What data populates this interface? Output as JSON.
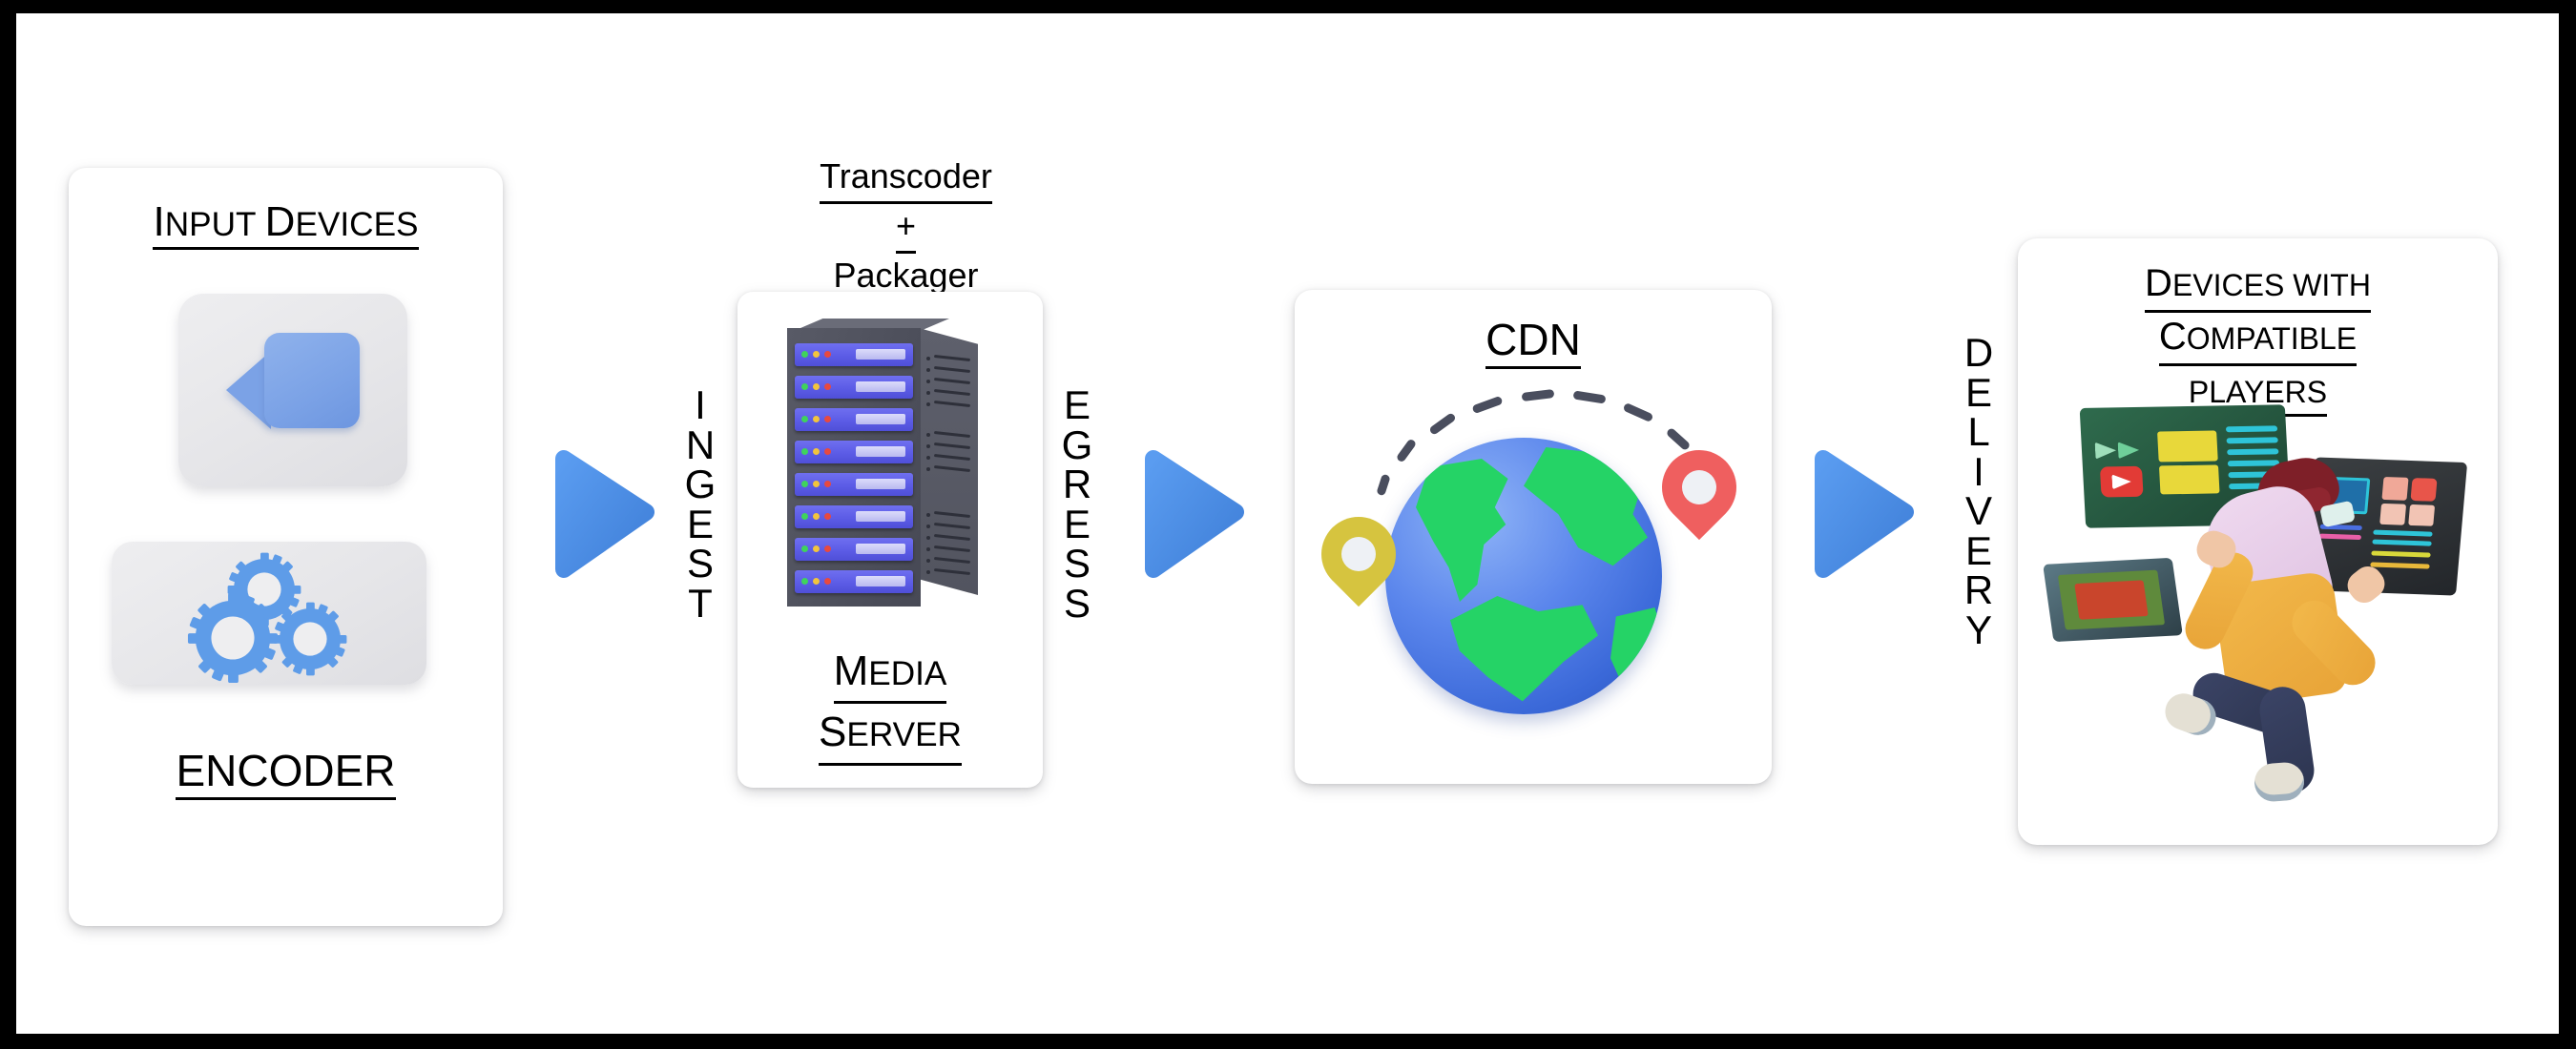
{
  "diagram": {
    "title": "Video Streaming Delivery Pipeline",
    "background_color": "#ffffff",
    "frame_color": "#000000",
    "arrow_color": "#4a90e8"
  },
  "stages": {
    "input_devices": {
      "heading_cap": "I",
      "heading_rest": "NPUT ",
      "heading_cap2": "D",
      "heading_rest2": "EVICES",
      "camera_icon": "video-camera-icon",
      "gears_icon": "gears-icon",
      "encoder_label": "ENCODER"
    },
    "media_server": {
      "transcoder_line1": "Transcoder",
      "transcoder_line2": "+",
      "transcoder_line3": "Packager",
      "server_icon": "server-rack-icon",
      "label_cap": "M",
      "label_rest": "EDIA",
      "label2_cap": "S",
      "label2_rest": "ERVER"
    },
    "cdn": {
      "label": "CDN",
      "globe_icon": "globe-icon",
      "pin_left_color": "#d6c43f",
      "pin_right_color": "#ef5f5f",
      "globe_water_color": "#5b86ec",
      "globe_land_color": "#25d366"
    },
    "devices": {
      "line1_cap": "D",
      "line1_rest": "EVICES WITH ",
      "line2_cap": "C",
      "line2_rest": "OMPATIBLE",
      "line3": "PLAYERS",
      "illustration": "person-with-vr-headset-and-screens-icon"
    }
  },
  "connectors": {
    "ingest": {
      "letters": [
        "I",
        "N",
        "G",
        "E",
        "S",
        "T"
      ],
      "label": "INGEST"
    },
    "egress": {
      "letters": [
        "E",
        "G",
        "R",
        "E",
        "S",
        "S"
      ],
      "label": "EGRESS"
    },
    "delivery": {
      "letters": [
        "D",
        "E",
        "L",
        "I",
        "V",
        "E",
        "R",
        "Y"
      ],
      "label": "DELIVERY"
    }
  }
}
